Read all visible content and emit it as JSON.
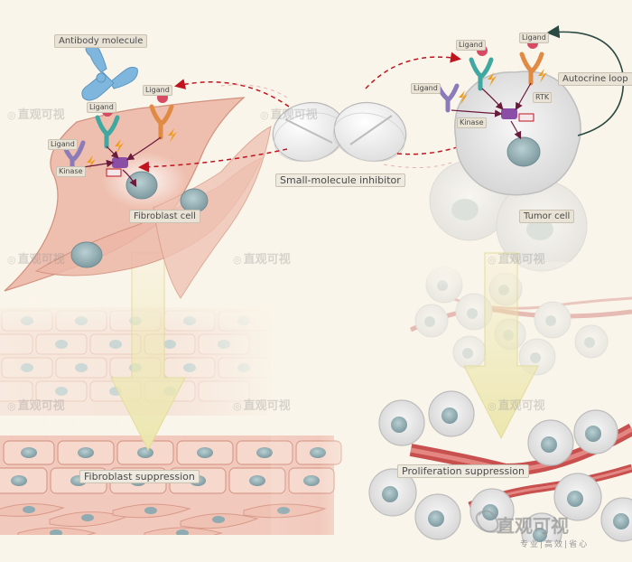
{
  "labels": {
    "antibody_top": "Antibody molecule",
    "drug": "Small-molecule inhibitor",
    "left_cell": "Fibroblast cell",
    "right_cell": "Tumor cell",
    "left_outcome": "Fibroblast suppression",
    "right_outcome": "Proliferation suppression",
    "feedback": "Autocrine loop",
    "r_left_1": "Ligand",
    "r_left_2": "Ligand",
    "r_left_3": "Ligand",
    "r_left_kinase": "Kinase",
    "r_right_1": "Ligand",
    "r_right_2": "Ligand",
    "r_right_3": "Ligand",
    "r_right_kinase": "Kinase",
    "r_right_side": "RTK"
  },
  "watermarks": {
    "small": "直观可视",
    "main": "直观可视",
    "tagline": "专业|高效|省心"
  },
  "colors": {
    "background": "#faf5ea",
    "fibroblast": "#eebcab",
    "tumor": "#e6e6e6",
    "arrow_red": "#c0141e",
    "arrow_dark": "#2c4a44",
    "big_arrow": "#efeab9",
    "vessel": "#c8504e",
    "antibody": "#7eb6dd"
  }
}
